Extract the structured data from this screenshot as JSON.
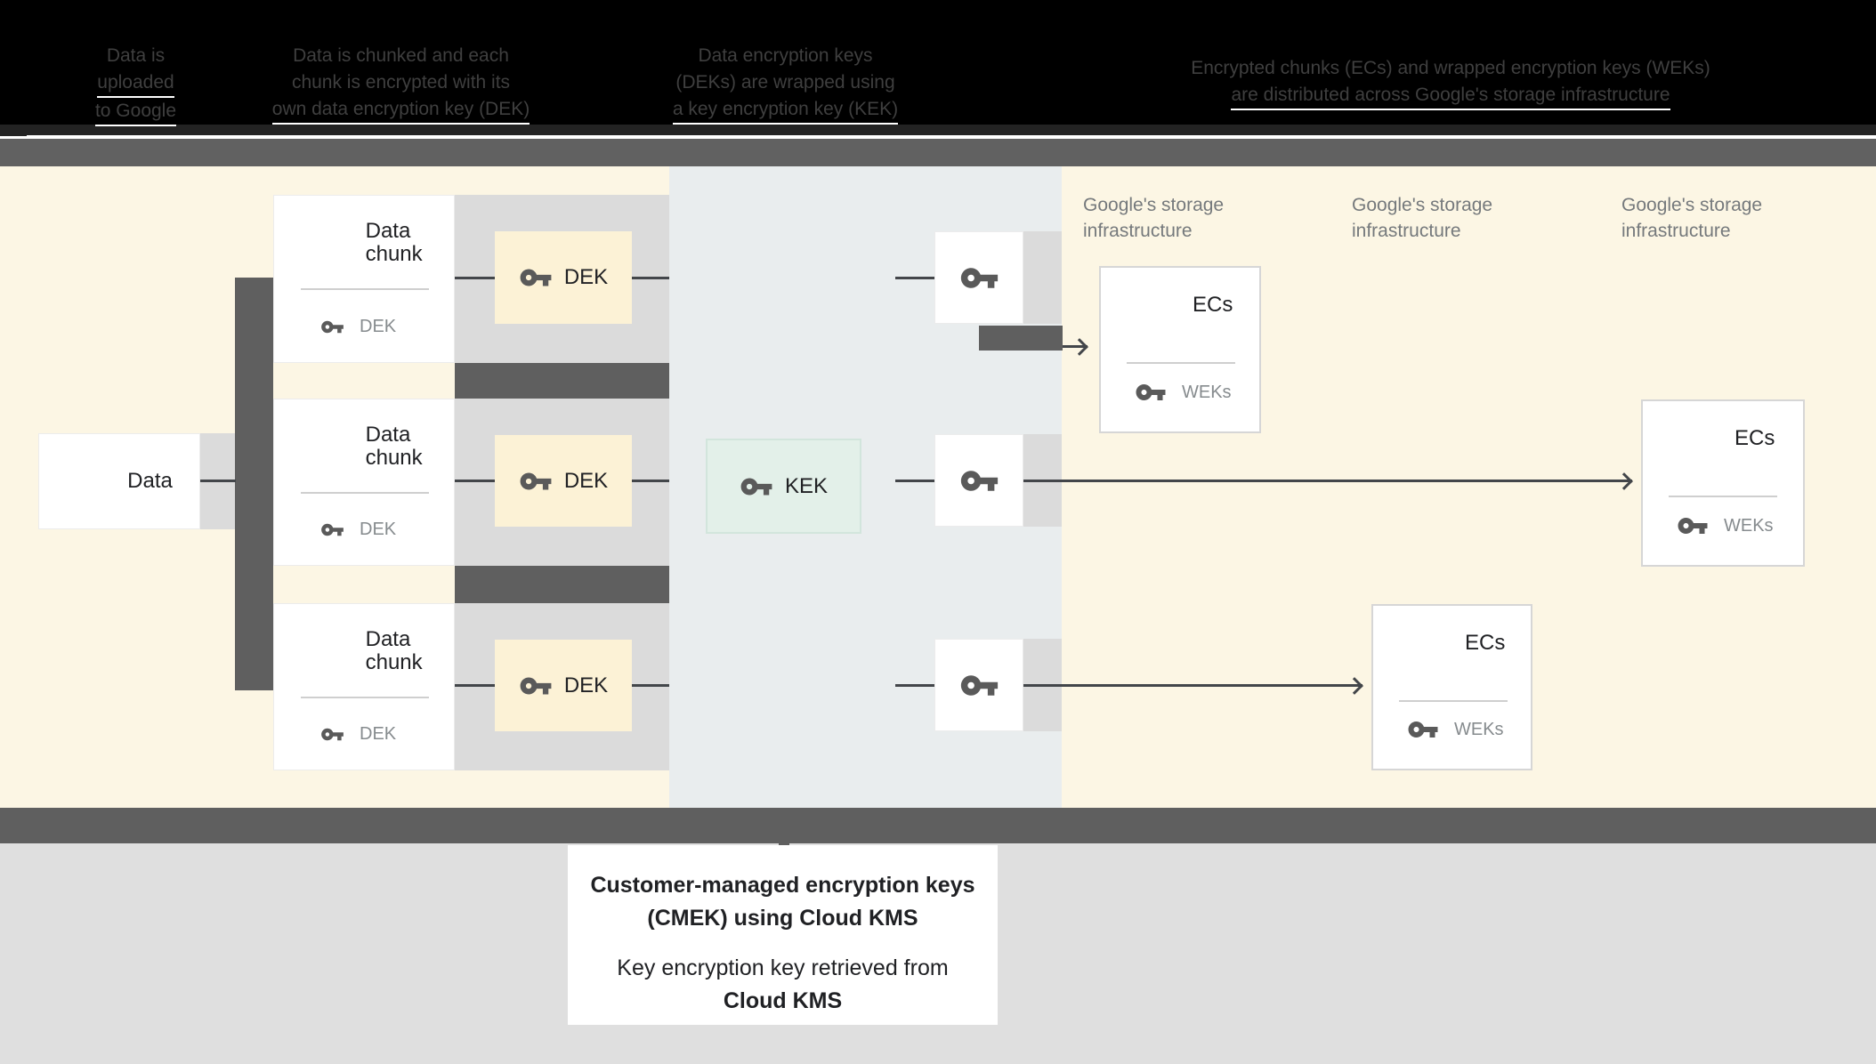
{
  "header": {
    "columns": [
      {
        "lines": [
          "Data is",
          "uploaded",
          "to Google"
        ]
      },
      {
        "lines": [
          "Data is chunked and each",
          "chunk is encrypted with its",
          "own data encryption key (DEK)"
        ]
      },
      {
        "lines": [
          "Data encryption keys",
          "(DEKs) are wrapped using",
          "a key encryption key (KEK)"
        ]
      },
      {
        "lines": [
          "Encrypted chunks (ECs) and wrapped encryption keys (WEKs)",
          "are distributed across Google's storage infrastructure"
        ]
      }
    ]
  },
  "diagram": {
    "data_box": {
      "label": "Data"
    },
    "chunks": [
      {
        "title": "Data chunk",
        "key_label": "DEK"
      },
      {
        "title": "Data chunk",
        "key_label": "DEK"
      },
      {
        "title": "Data chunk",
        "key_label": "DEK"
      }
    ],
    "dek_boxes": [
      {
        "label": "DEK"
      },
      {
        "label": "DEK"
      },
      {
        "label": "DEK"
      }
    ],
    "kek_box": {
      "label": "KEK"
    },
    "storage_labels": [
      {
        "line1": "Google's storage",
        "line2": "infrastructure"
      },
      {
        "line1": "Google's storage",
        "line2": "infrastructure"
      },
      {
        "line1": "Google's storage",
        "line2": "infrastructure"
      }
    ],
    "ecs_boxes": [
      {
        "title": "ECs",
        "key_label": "WEKs"
      },
      {
        "title": "ECs",
        "key_label": "WEKs"
      },
      {
        "title": "ECs",
        "key_label": "WEKs"
      }
    ]
  },
  "caption": {
    "line1": "Customer-managed encryption keys",
    "line2": "(CMEK) using Cloud KMS",
    "line3": "Key encryption key retrieved from",
    "line4": "Cloud KMS"
  },
  "colors": {
    "header_black": "#000000",
    "header_text": "#3f3f3f",
    "band_gray": "#616161",
    "section_yellow": "#fcf6e4",
    "section_gray_blue": "#e9edee",
    "dek_yellow": "#fcf2d6",
    "kek_green": "#e3f0e9",
    "halo_gray": "#dbdbdb",
    "connector_dark_gray": "#5f5f5f",
    "bottom_gray": "#dfdfdf",
    "icon_gray": "#5a5a5a",
    "muted_text": "#868b8e"
  }
}
